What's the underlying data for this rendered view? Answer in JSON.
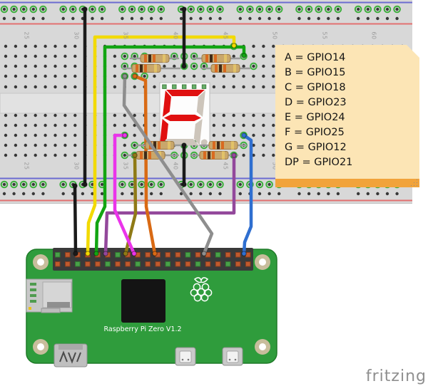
{
  "note": {
    "lines": [
      "A = GPIO14",
      "B = GPIO15",
      "C = GPIO18",
      "D = GPIO23",
      "E = GPIO24",
      "F = GPIO25",
      "G = GPIO12",
      "DP = GPIO21"
    ],
    "background": "#FCE5B5",
    "accent": "#F1A33B"
  },
  "breadboard": {
    "column_labels": [
      "25",
      "30",
      "35",
      "40",
      "45",
      "50",
      "55",
      "60"
    ],
    "body_color": "#D8D8D8",
    "rail_blue": "#6B6BD1",
    "rail_red": "#E27070",
    "ring_green": "#3DAF3D"
  },
  "display": {
    "character": "F",
    "lit_segments": "A F G E",
    "lit_color": "#E01010",
    "unlit_color": "#CDC5BB"
  },
  "wires": [
    {
      "name": "ground-jumper-left",
      "color": "#1A1A1A"
    },
    {
      "name": "ground-jumper-right-top",
      "color": "#1A1A1A"
    },
    {
      "name": "ground-jumper-right-bottom",
      "color": "#1A1A1A"
    },
    {
      "name": "ground-to-pi",
      "color": "#1A1A1A"
    },
    {
      "name": "yellow-wire",
      "color": "#F2DA00"
    },
    {
      "name": "green-wire",
      "color": "#12A512"
    },
    {
      "name": "magenta-wire",
      "color": "#EA34EA"
    },
    {
      "name": "gray-wire",
      "color": "#8E8E8E"
    },
    {
      "name": "orange-wire",
      "color": "#D96A14"
    },
    {
      "name": "olive-wire",
      "color": "#8F7A16"
    },
    {
      "name": "purple-wire",
      "color": "#93489B"
    },
    {
      "name": "blue-wire",
      "color": "#2F6FD0"
    }
  ],
  "pi": {
    "board_label": "Raspberry Pi Zero V1.2",
    "board_color": "#2F9C3C"
  },
  "watermark": {
    "text": "fritzing"
  }
}
